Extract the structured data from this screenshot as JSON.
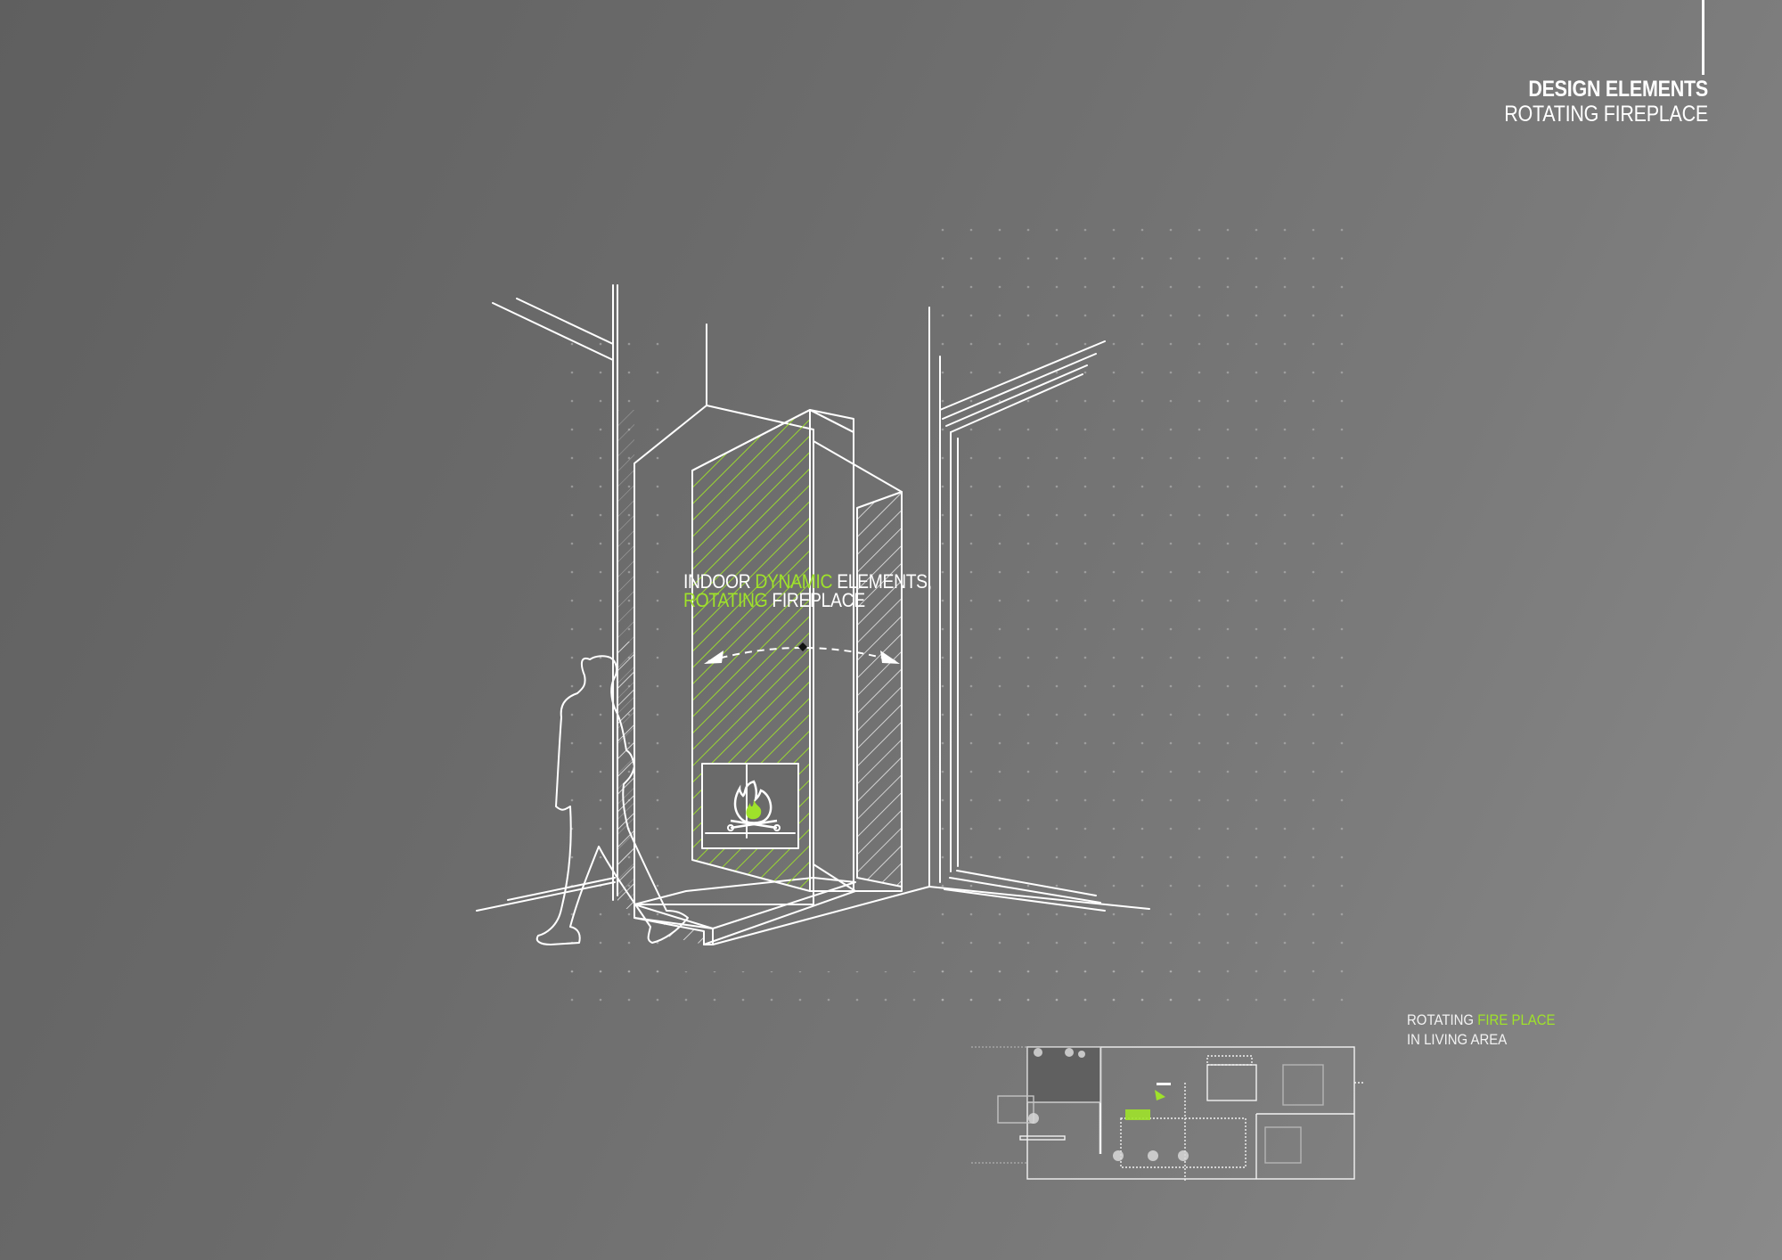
{
  "header": {
    "title": "DESIGN ELEMENTS",
    "subtitle": "ROTATING FIREPLACE"
  },
  "callout": {
    "line1_part1": "INDOOR ",
    "line1_accent": "DYNAMIC",
    "line1_part2": " ELEMENTS,",
    "line2_accent": "ROTATING",
    "line2_part2": " FIREPLACE"
  },
  "plan_label": {
    "line1_part1": "ROTATING ",
    "line1_accent": "FIRE PLACE",
    "line2": "IN LIVING AREA"
  },
  "colors": {
    "accent": "#9fe22a",
    "line": "#ffffff",
    "background": "#6b6b6b"
  },
  "icons": {
    "fire": "fire-icon",
    "rotation_arrow": "rotation-arrow-icon",
    "person": "walking-person-figure"
  }
}
